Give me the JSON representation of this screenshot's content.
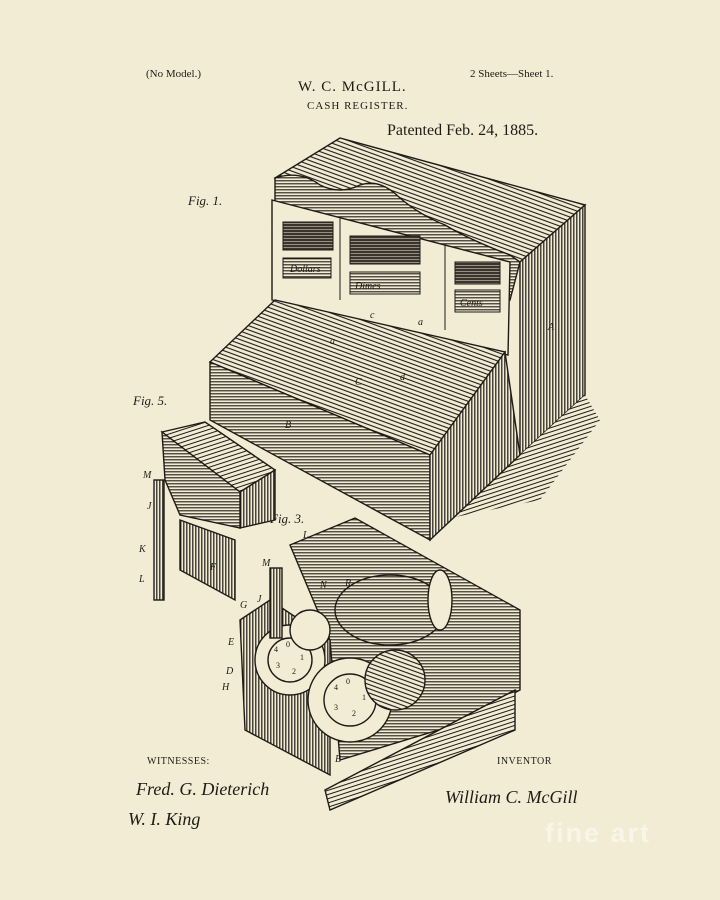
{
  "header": {
    "no_model": "(No Model.)",
    "inventor_name": "W. C. McGILL.",
    "sheets": "2 Sheets—Sheet 1.",
    "title": "CASH REGISTER.",
    "patented": "Patented Feb. 24, 1885."
  },
  "figures": {
    "fig1": "Fig. 1.",
    "fig5": "Fig. 5.",
    "fig3": "Fig. 3."
  },
  "register_labels": {
    "dollars": "Dollars",
    "dimes": "Dimes",
    "cents": "Cents"
  },
  "ref_letters": [
    "a",
    "a",
    "d",
    "C",
    "c",
    "B",
    "A",
    "M",
    "J",
    "K",
    "L",
    "F",
    "L",
    "N",
    "M",
    "R",
    "J",
    "E",
    "G",
    "D",
    "H",
    "B"
  ],
  "footer": {
    "witnesses_label": "WITNESSES:",
    "inventor_label": "INVENTOR",
    "witness_signature_1": "Fred. G. Dieterich",
    "witness_signature_2": "W. I. King",
    "inventor_signature": "William C. McGill"
  },
  "watermark": "fine art",
  "colors": {
    "paper": "#f1ecd3",
    "ink": "#1e1b17"
  }
}
